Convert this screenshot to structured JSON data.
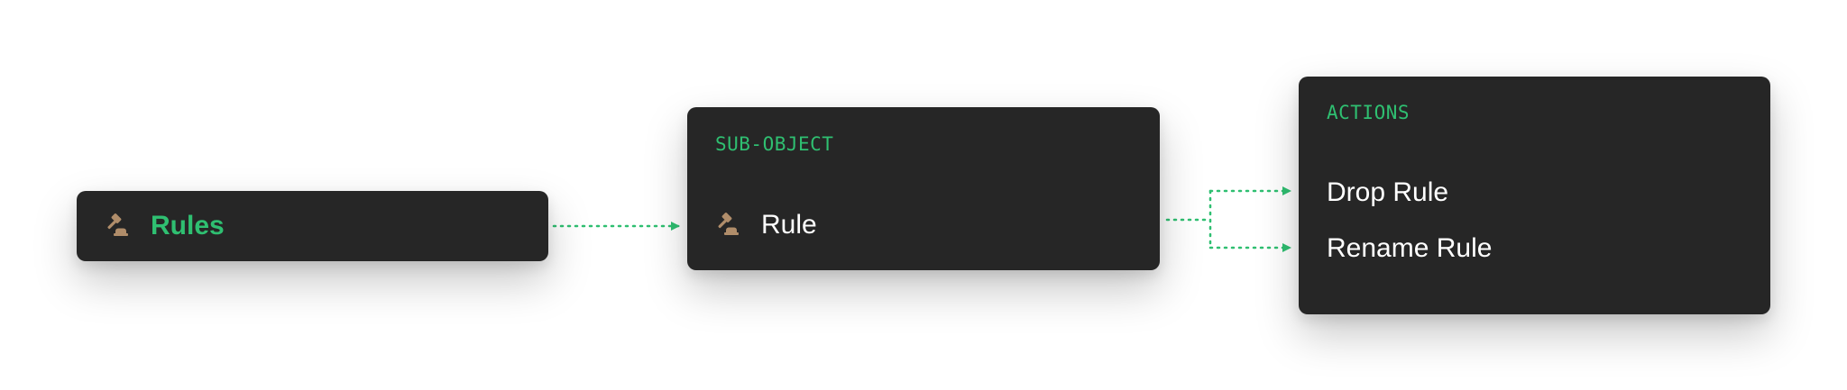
{
  "colors": {
    "accent": "#2fbf71",
    "card_bg": "#262626",
    "text": "#ffffff",
    "icon": "#b08d6a",
    "background": "#ffffff"
  },
  "root": {
    "icon": "gavel-icon",
    "label": "Rules"
  },
  "sub_object": {
    "section_label": "SUB-OBJECT",
    "icon": "gavel-icon",
    "label": "Rule"
  },
  "actions": {
    "section_label": "ACTIONS",
    "items": [
      "Drop Rule",
      "Rename Rule"
    ]
  }
}
